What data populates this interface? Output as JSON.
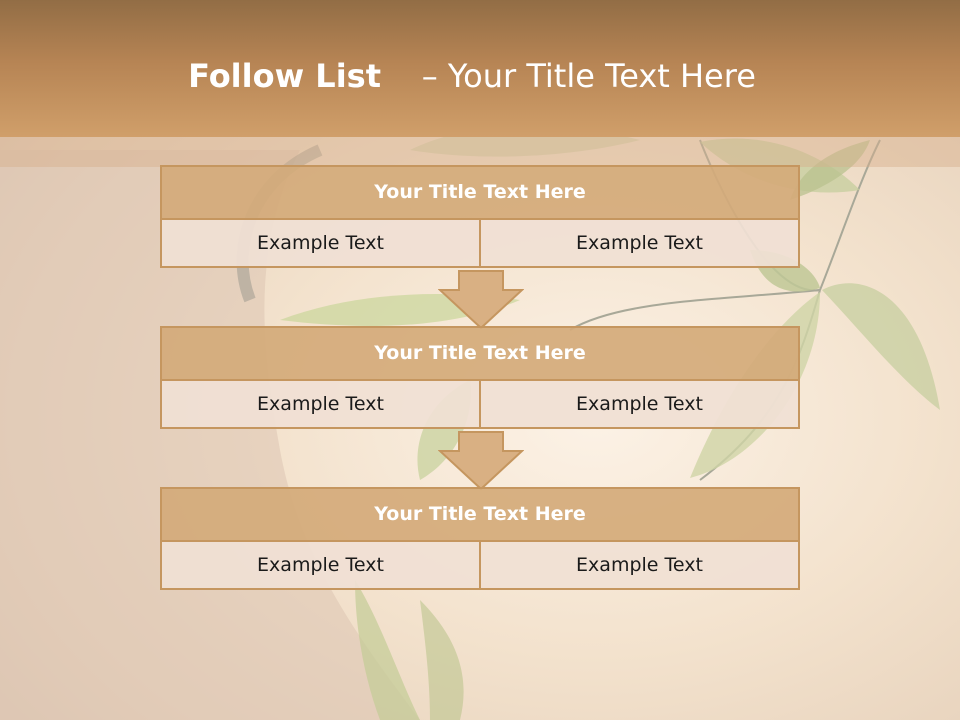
{
  "slide": {
    "title_bold": "Follow List",
    "title_rest": "– Your Title Text Here"
  },
  "blocks": [
    {
      "title": "Your Title Text Here",
      "left": "Example Text",
      "right": "Example Text"
    },
    {
      "title": "Your Title Text Here",
      "left": "Example Text",
      "right": "Example Text"
    },
    {
      "title": "Your Title Text Here",
      "left": "Example Text",
      "right": "Example Text"
    }
  ],
  "colors": {
    "header": "#b68454",
    "box_border": "#c5965f",
    "box_title_fill": "#d4aa7a",
    "box_cell_fill": "#f0e0d4",
    "arrow_fill": "#d9b083"
  },
  "icons": [
    "down-arrow-icon"
  ]
}
